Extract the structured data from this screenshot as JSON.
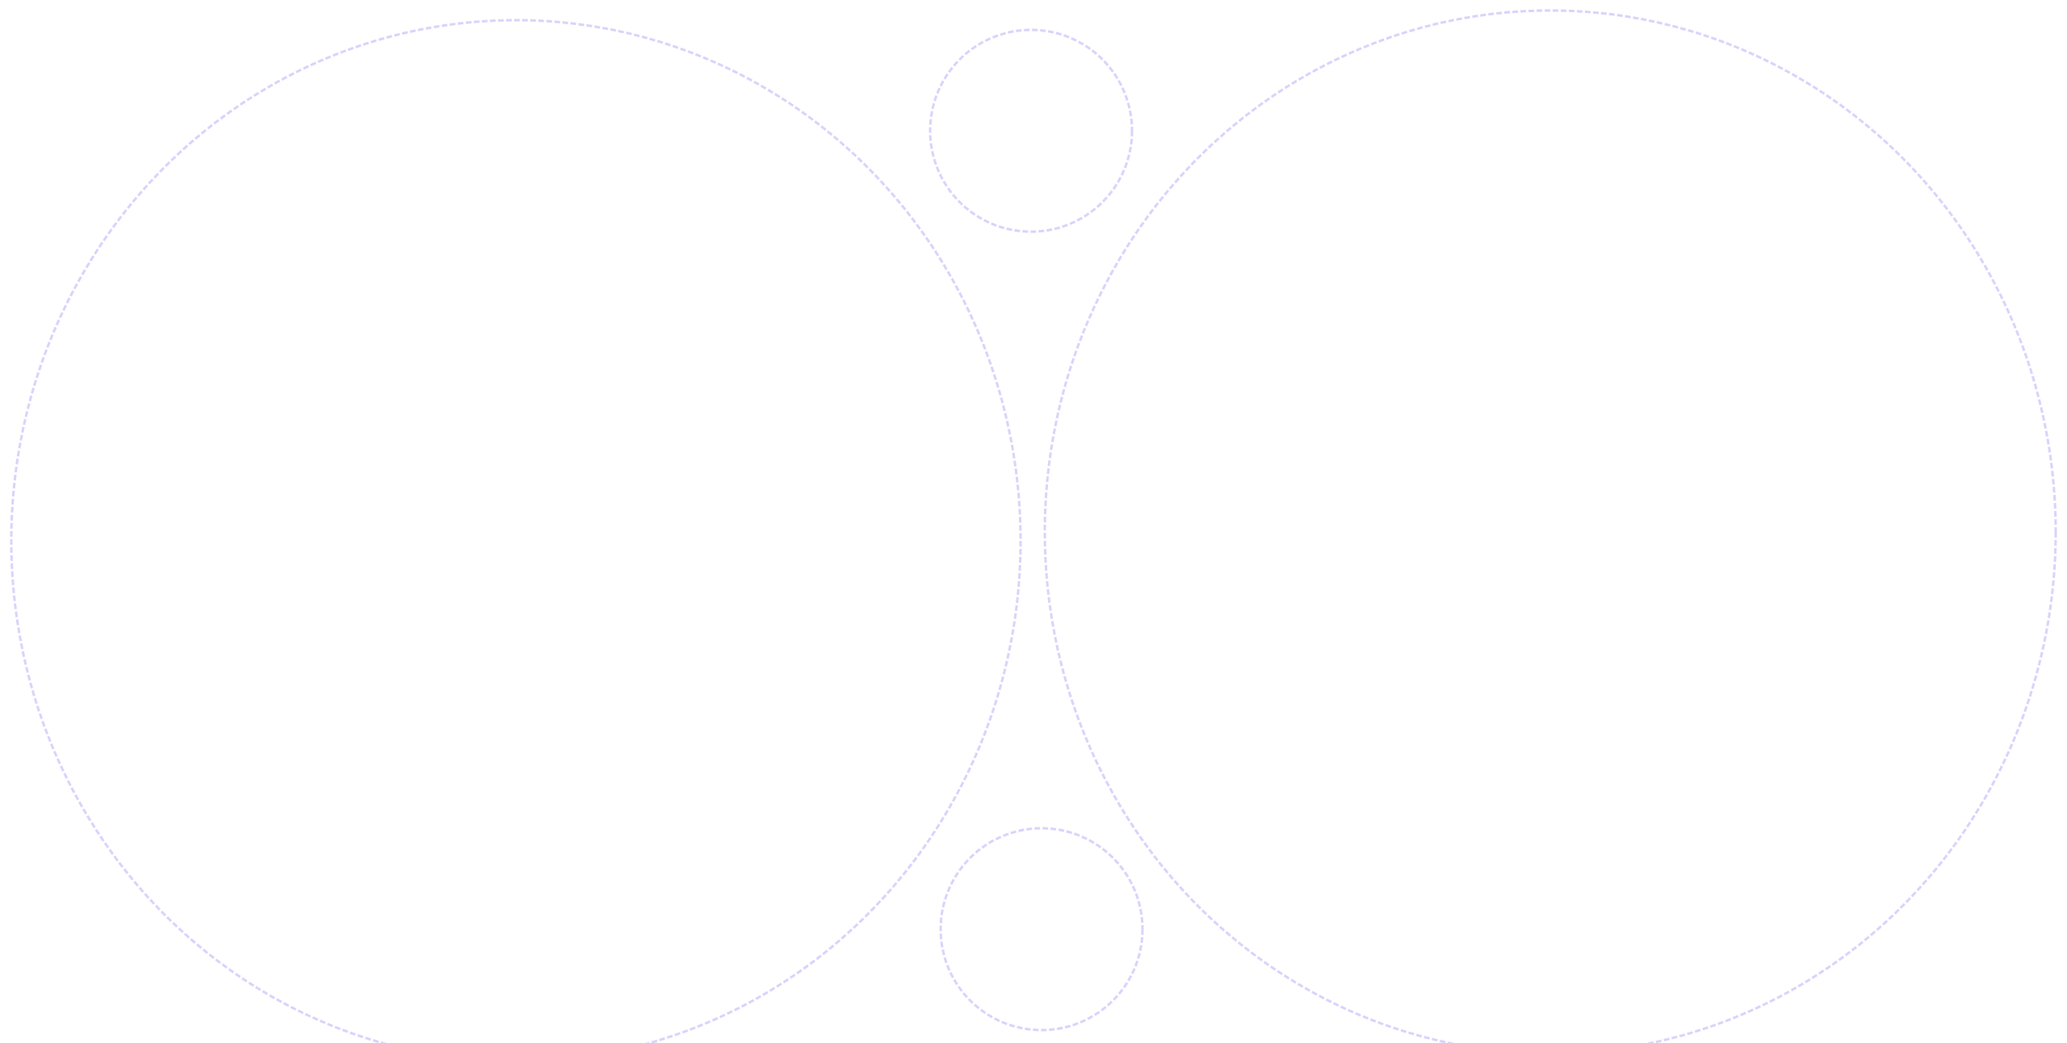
{
  "palette": {
    "background": "#ffffff",
    "circle_stroke": "#d9d2fb"
  },
  "shapes": [
    {
      "kind": "circle",
      "name": "large-left-circle"
    },
    {
      "kind": "circle",
      "name": "small-top-circle"
    },
    {
      "kind": "circle",
      "name": "large-right-circle"
    },
    {
      "kind": "circle",
      "name": "small-bottom-circle"
    }
  ]
}
